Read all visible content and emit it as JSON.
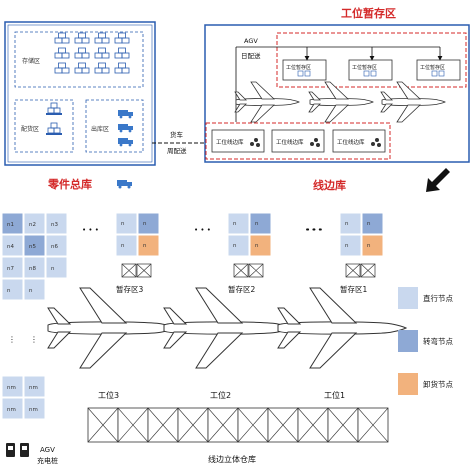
{
  "top": {
    "parts_warehouse_title": "零件总库",
    "line_warehouse_title": "线边库",
    "station_buffer_title": "工位暂存区",
    "zones": [
      "存储区",
      "配货区",
      "出库区"
    ],
    "truck_label": [
      "货车",
      "周配送"
    ],
    "agv_label": [
      "AGV",
      "日配送"
    ],
    "buffer_boxes": [
      "工位暂存区",
      "工位暂存区",
      "工位暂存区"
    ],
    "line_boxes": [
      "工位线边库",
      "工位线边库",
      "工位线边库"
    ]
  },
  "bottom": {
    "grid_left_labels": [
      "n1",
      "n2",
      "n3",
      "n4",
      "n5",
      "n6",
      "n7",
      "n8",
      "nm",
      "nm",
      "nm",
      "nm"
    ],
    "buffer_labels": [
      "暂存区3",
      "暂存区2",
      "暂存区1"
    ],
    "station_labels": [
      "工位3",
      "工位2",
      "工位1"
    ],
    "warehouse_label": "线边立体仓库",
    "charging_label": [
      "AGV",
      "充电桩"
    ],
    "ellipsis": "• • •",
    "legend": [
      {
        "label": "直行节点",
        "color": "#c9d8ee"
      },
      {
        "label": "转弯节点",
        "color": "#8ea9d5"
      },
      {
        "label": "卸货节点",
        "color": "#f2b27d"
      }
    ]
  },
  "colors": {
    "red": "#d42a2a",
    "blue": "#2a5db0",
    "light": "#c9d8ee",
    "turn": "#8ea9d5",
    "unload": "#f2b27d"
  }
}
